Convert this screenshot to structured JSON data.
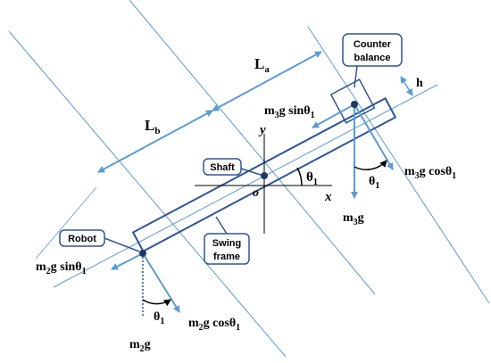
{
  "colors": {
    "line": "#5b9bd5",
    "frame": "#2f5597",
    "text": "#000000",
    "callout_border": "#2f5597"
  },
  "labels": {
    "La": "L",
    "La_sub": "a",
    "Lb": "L",
    "Lb_sub": "b",
    "h": "h",
    "shaft": "Shaft",
    "robot": "Robot",
    "counter_balance_l1": "Counter",
    "counter_balance_l2": "balance",
    "swing_frame_l1": "Swing",
    "swing_frame_l2": "frame",
    "axis_x": "x",
    "axis_y": "y",
    "origin": "o",
    "theta1": "θ",
    "theta1_sub": "1",
    "m3g_sin_m": "m",
    "m3g_sin_sub": "3",
    "m3g_sin_rest": "g sinθ",
    "m3g_sin_sub2": "1",
    "m3g_cos_m": "m",
    "m3g_cos_sub": "3",
    "m3g_cos_rest": "g cosθ",
    "m3g_cos_sub2": "1",
    "m3g_m": "m",
    "m3g_sub": "3",
    "m3g_rest": "g",
    "m2g_sin_m": "m",
    "m2g_sin_sub": "2",
    "m2g_sin_rest": "g sinθ",
    "m2g_sin_sub2": "1",
    "m2g_cos_m": "m",
    "m2g_cos_sub": "2",
    "m2g_cos_rest": "g cosθ",
    "m2g_cos_sub2": "1",
    "m2g_m": "m",
    "m2g_sub": "2",
    "m2g_rest": "g"
  }
}
